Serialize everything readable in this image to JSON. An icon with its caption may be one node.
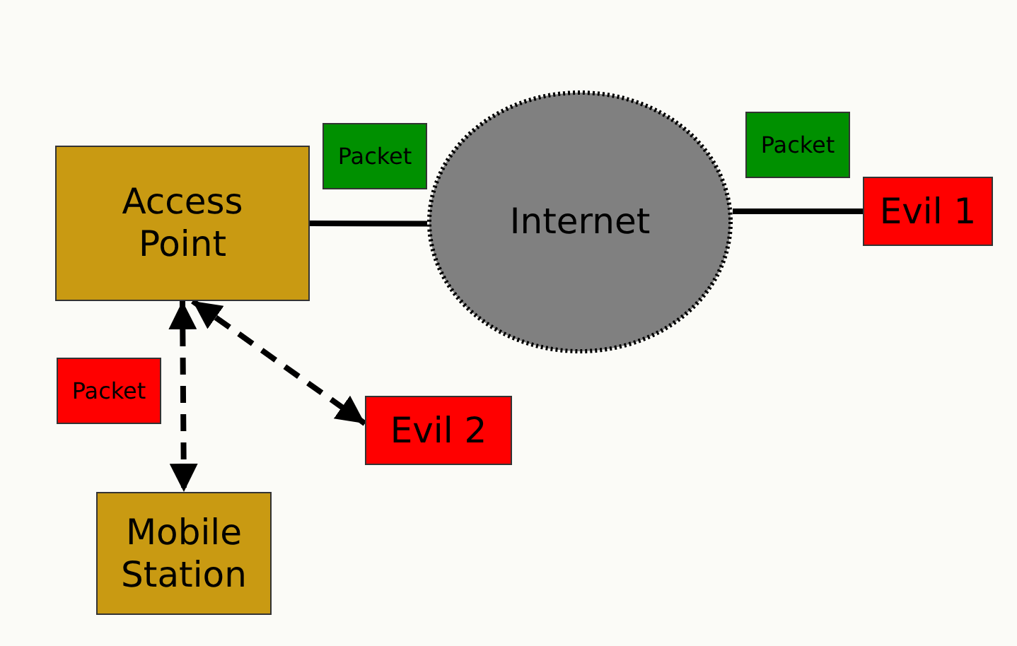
{
  "diagram": {
    "nodes": [
      {
        "text": [
          "Access Point"
        ]
      },
      {
        "text": [
          "Packet"
        ]
      },
      {
        "text": [
          "Internet"
        ]
      },
      {
        "text": [
          "Packet"
        ]
      },
      {
        "text": [
          "Evil 1"
        ]
      },
      {
        "text": [
          "Packet"
        ]
      },
      {
        "text": [
          "Evil 2"
        ]
      },
      {
        "text": [
          "Mobile Station"
        ]
      }
    ],
    "edges": [
      {
        "from": 0,
        "to": 2,
        "arrow": "none"
      },
      {
        "from": 2,
        "to": 4,
        "arrow": "none"
      },
      {
        "from": 0,
        "to": 7,
        "arrow": "both",
        "style": "dashed"
      },
      {
        "from": 0,
        "to": 6,
        "arrow": "both",
        "style": "dashed"
      }
    ]
  }
}
